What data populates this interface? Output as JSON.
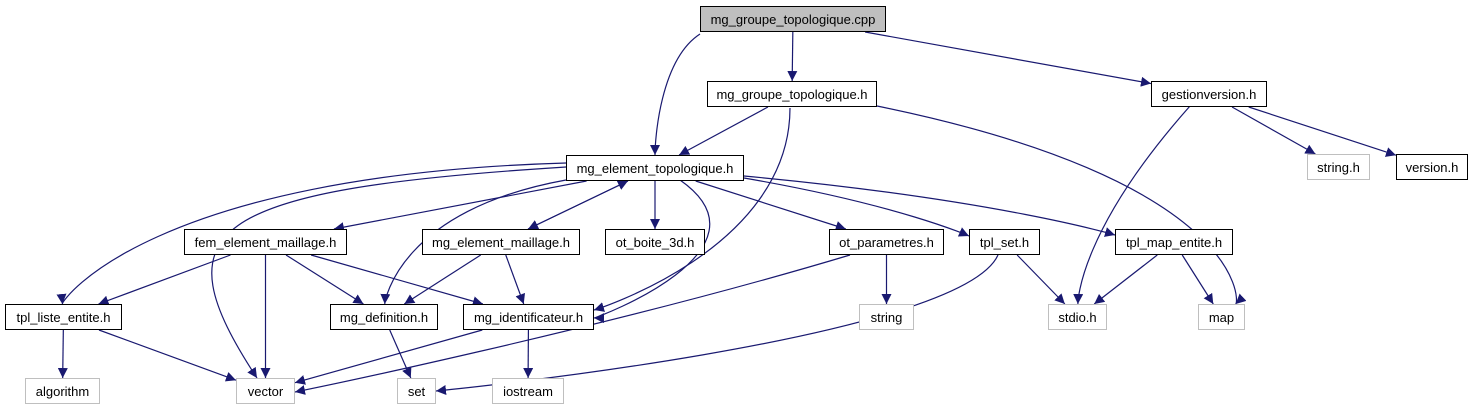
{
  "title": "mg_groupe_topologique.cpp include dependency graph",
  "colors": {
    "edge": "#191970",
    "root_fill": "#bfbfbf",
    "internal_border": "#000000",
    "external_border": "#bfbfbf"
  },
  "nodes": [
    {
      "id": "root",
      "label": "mg_groupe_topologique.cpp",
      "kind": "root"
    },
    {
      "id": "mg_groupe_topologique_h",
      "label": "mg_groupe_topologique.h",
      "kind": "internal"
    },
    {
      "id": "gestionversion_h",
      "label": "gestionversion.h",
      "kind": "internal"
    },
    {
      "id": "mg_element_topologique_h",
      "label": "mg_element_topologique.h",
      "kind": "internal"
    },
    {
      "id": "string_h",
      "label": "string.h",
      "kind": "external"
    },
    {
      "id": "version_h",
      "label": "version.h",
      "kind": "internal"
    },
    {
      "id": "fem_element_maillage_h",
      "label": "fem_element_maillage.h",
      "kind": "internal"
    },
    {
      "id": "mg_element_maillage_h",
      "label": "mg_element_maillage.h",
      "kind": "internal"
    },
    {
      "id": "ot_boite_3d_h",
      "label": "ot_boite_3d.h",
      "kind": "internal"
    },
    {
      "id": "ot_parametres_h",
      "label": "ot_parametres.h",
      "kind": "internal"
    },
    {
      "id": "tpl_set_h",
      "label": "tpl_set.h",
      "kind": "internal"
    },
    {
      "id": "tpl_map_entite_h",
      "label": "tpl_map_entite.h",
      "kind": "internal"
    },
    {
      "id": "tpl_liste_entite_h",
      "label": "tpl_liste_entite.h",
      "kind": "internal"
    },
    {
      "id": "mg_definition_h",
      "label": "mg_definition.h",
      "kind": "internal"
    },
    {
      "id": "mg_identificateur_h",
      "label": "mg_identificateur.h",
      "kind": "internal"
    },
    {
      "id": "string",
      "label": "string",
      "kind": "external"
    },
    {
      "id": "stdio_h",
      "label": "stdio.h",
      "kind": "external"
    },
    {
      "id": "map",
      "label": "map",
      "kind": "external"
    },
    {
      "id": "algorithm",
      "label": "algorithm",
      "kind": "external"
    },
    {
      "id": "vector",
      "label": "vector",
      "kind": "external"
    },
    {
      "id": "set",
      "label": "set",
      "kind": "external"
    },
    {
      "id": "iostream",
      "label": "iostream",
      "kind": "external"
    }
  ],
  "edges": [
    {
      "from": "root",
      "to": "mg_groupe_topologique_h"
    },
    {
      "from": "root",
      "to": "mg_element_topologique_h"
    },
    {
      "from": "root",
      "to": "gestionversion_h"
    },
    {
      "from": "mg_groupe_topologique_h",
      "to": "mg_element_topologique_h"
    },
    {
      "from": "mg_groupe_topologique_h",
      "to": "mg_identificateur_h"
    },
    {
      "from": "mg_groupe_topologique_h",
      "to": "map"
    },
    {
      "from": "gestionversion_h",
      "to": "string_h"
    },
    {
      "from": "gestionversion_h",
      "to": "version_h"
    },
    {
      "from": "gestionversion_h",
      "to": "stdio_h"
    },
    {
      "from": "mg_element_topologique_h",
      "to": "fem_element_maillage_h"
    },
    {
      "from": "mg_element_topologique_h",
      "to": "mg_element_maillage_h"
    },
    {
      "from": "mg_element_topologique_h",
      "to": "ot_boite_3d_h"
    },
    {
      "from": "mg_element_topologique_h",
      "to": "ot_parametres_h"
    },
    {
      "from": "mg_element_topologique_h",
      "to": "tpl_set_h"
    },
    {
      "from": "mg_element_topologique_h",
      "to": "tpl_map_entite_h"
    },
    {
      "from": "mg_element_topologique_h",
      "to": "tpl_liste_entite_h"
    },
    {
      "from": "mg_element_topologique_h",
      "to": "mg_definition_h"
    },
    {
      "from": "mg_element_topologique_h",
      "to": "mg_identificateur_h"
    },
    {
      "from": "mg_element_topologique_h",
      "to": "vector"
    },
    {
      "from": "mg_element_maillage_h",
      "to": "mg_element_topologique_h"
    },
    {
      "from": "mg_element_maillage_h",
      "to": "mg_definition_h"
    },
    {
      "from": "mg_element_maillage_h",
      "to": "mg_identificateur_h"
    },
    {
      "from": "fem_element_maillage_h",
      "to": "tpl_liste_entite_h"
    },
    {
      "from": "fem_element_maillage_h",
      "to": "vector"
    },
    {
      "from": "fem_element_maillage_h",
      "to": "mg_definition_h"
    },
    {
      "from": "fem_element_maillage_h",
      "to": "mg_identificateur_h"
    },
    {
      "from": "ot_parametres_h",
      "to": "string"
    },
    {
      "from": "ot_parametres_h",
      "to": "vector"
    },
    {
      "from": "tpl_set_h",
      "to": "stdio_h"
    },
    {
      "from": "tpl_set_h",
      "to": "set"
    },
    {
      "from": "tpl_map_entite_h",
      "to": "stdio_h"
    },
    {
      "from": "tpl_map_entite_h",
      "to": "map"
    },
    {
      "from": "tpl_liste_entite_h",
      "to": "algorithm"
    },
    {
      "from": "tpl_liste_entite_h",
      "to": "vector"
    },
    {
      "from": "mg_definition_h",
      "to": "set"
    },
    {
      "from": "mg_identificateur_h",
      "to": "vector"
    },
    {
      "from": "mg_identificateur_h",
      "to": "iostream"
    }
  ]
}
